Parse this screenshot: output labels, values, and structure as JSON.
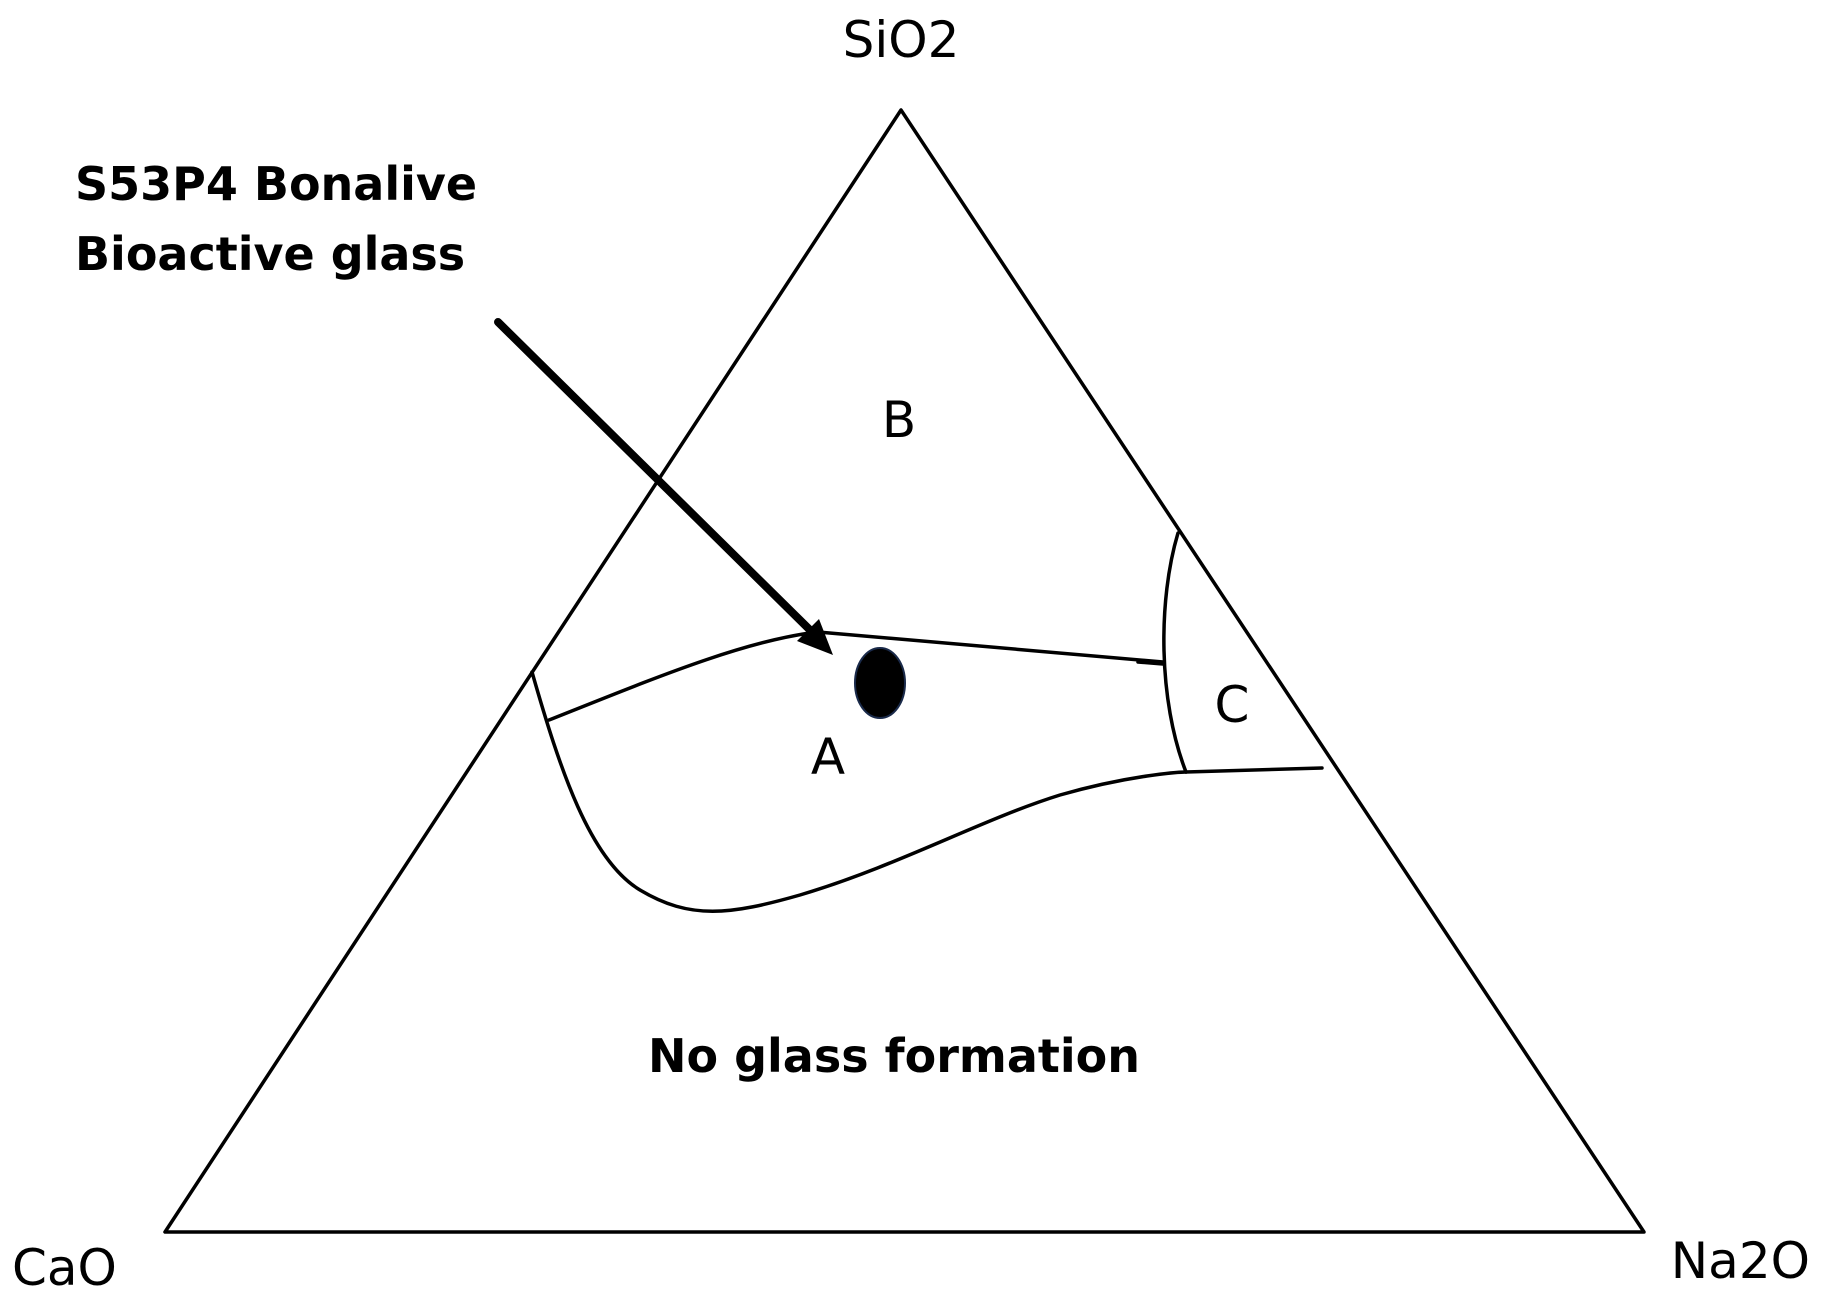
{
  "vertices": {
    "top": "SiO2",
    "left": "CaO",
    "right": "Na2O"
  },
  "regions": {
    "a": "A",
    "b": "B",
    "c": "C",
    "no_glass": "No glass formation"
  },
  "annotation": {
    "line1": "S53P4 Bonalive",
    "line2": "Bioactive glass"
  },
  "colors": {
    "stroke": "#000000",
    "marker_fill": "#000000",
    "marker_stroke": "#1a2a4a"
  }
}
